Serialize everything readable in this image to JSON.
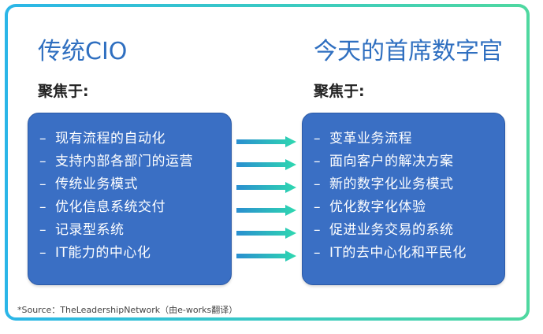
{
  "left": {
    "title": "传统CIO",
    "focus_label": "聚焦于:",
    "items": [
      "现有流程的自动化",
      "支持内部各部门的运营",
      "传统业务模式",
      "优化信息系统交付",
      "记录型系统",
      "IT能力的中心化"
    ]
  },
  "right": {
    "title": "今天的首席数字官",
    "focus_label": "聚焦于:",
    "items": [
      "变革业务流程",
      "面向客户的解决方案",
      "新的数字化业务模式",
      "优化数字化体验",
      "促进业务交易的系统",
      "IT的去中心化和平民化"
    ]
  },
  "bullet": "–",
  "source": "*Source：TheLeadershipNetwork（由e-works翻译）",
  "colors": {
    "title_blue": "#2f6fc0",
    "panel_blue": "#3a6fc4",
    "arrow_start": "#2a8fd0",
    "arrow_end": "#2ed8b0",
    "frame_gradient_start": "#2bb6e8",
    "frame_gradient_end": "#4fd8a0"
  }
}
